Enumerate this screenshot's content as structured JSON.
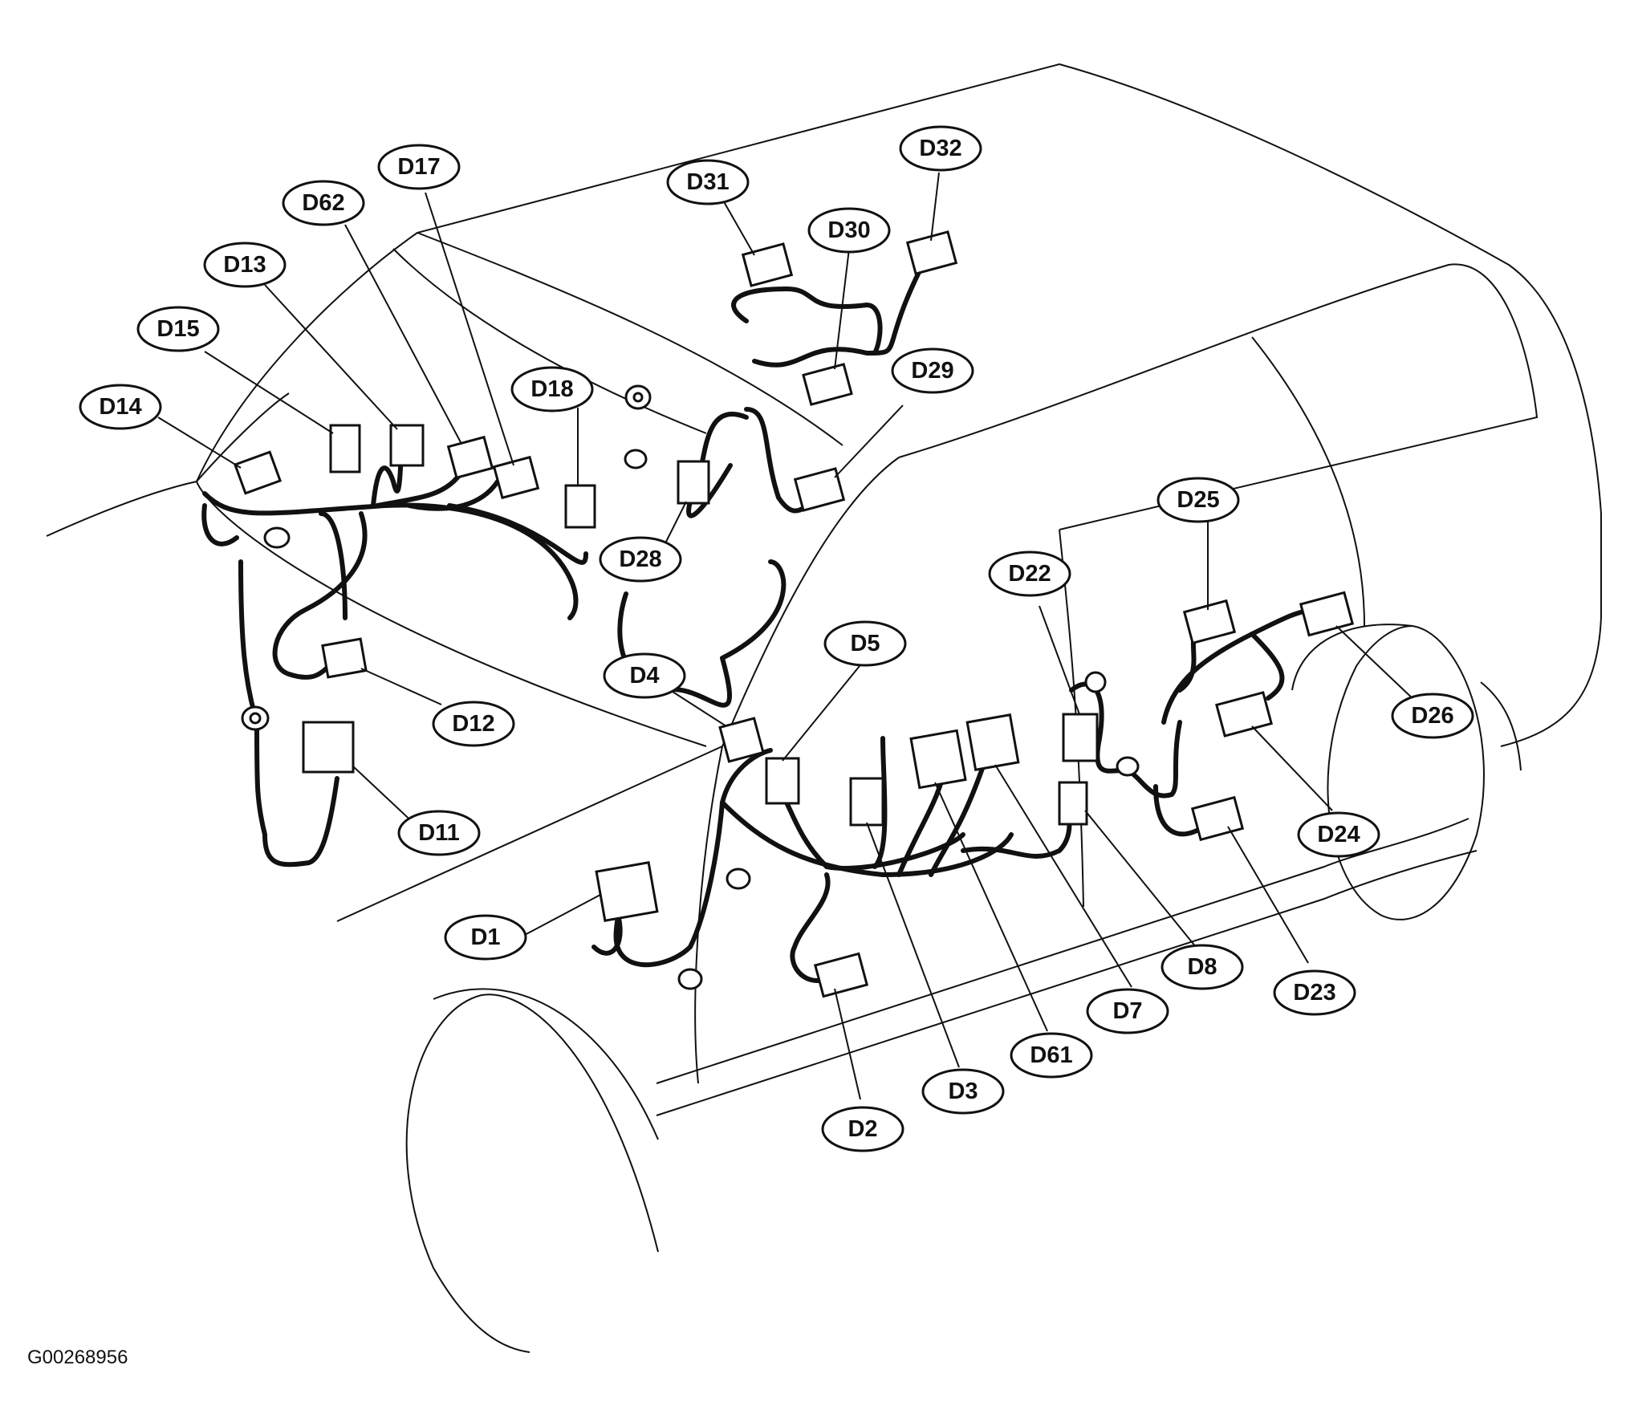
{
  "figure_id": "G00268956",
  "colors": {
    "line": "#111111",
    "background": "#ffffff"
  },
  "callouts": [
    {
      "id": "D1",
      "label": "D1"
    },
    {
      "id": "D2",
      "label": "D2"
    },
    {
      "id": "D3",
      "label": "D3"
    },
    {
      "id": "D4",
      "label": "D4"
    },
    {
      "id": "D5",
      "label": "D5"
    },
    {
      "id": "D7",
      "label": "D7"
    },
    {
      "id": "D8",
      "label": "D8"
    },
    {
      "id": "D11",
      "label": "D11"
    },
    {
      "id": "D12",
      "label": "D12"
    },
    {
      "id": "D13",
      "label": "D13"
    },
    {
      "id": "D14",
      "label": "D14"
    },
    {
      "id": "D15",
      "label": "D15"
    },
    {
      "id": "D17",
      "label": "D17"
    },
    {
      "id": "D18",
      "label": "D18"
    },
    {
      "id": "D22",
      "label": "D22"
    },
    {
      "id": "D23",
      "label": "D23"
    },
    {
      "id": "D24",
      "label": "D24"
    },
    {
      "id": "D25",
      "label": "D25"
    },
    {
      "id": "D26",
      "label": "D26"
    },
    {
      "id": "D28",
      "label": "D28"
    },
    {
      "id": "D29",
      "label": "D29"
    },
    {
      "id": "D30",
      "label": "D30"
    },
    {
      "id": "D31",
      "label": "D31"
    },
    {
      "id": "D32",
      "label": "D32"
    },
    {
      "id": "D61",
      "label": "D61"
    },
    {
      "id": "D62",
      "label": "D62"
    }
  ]
}
